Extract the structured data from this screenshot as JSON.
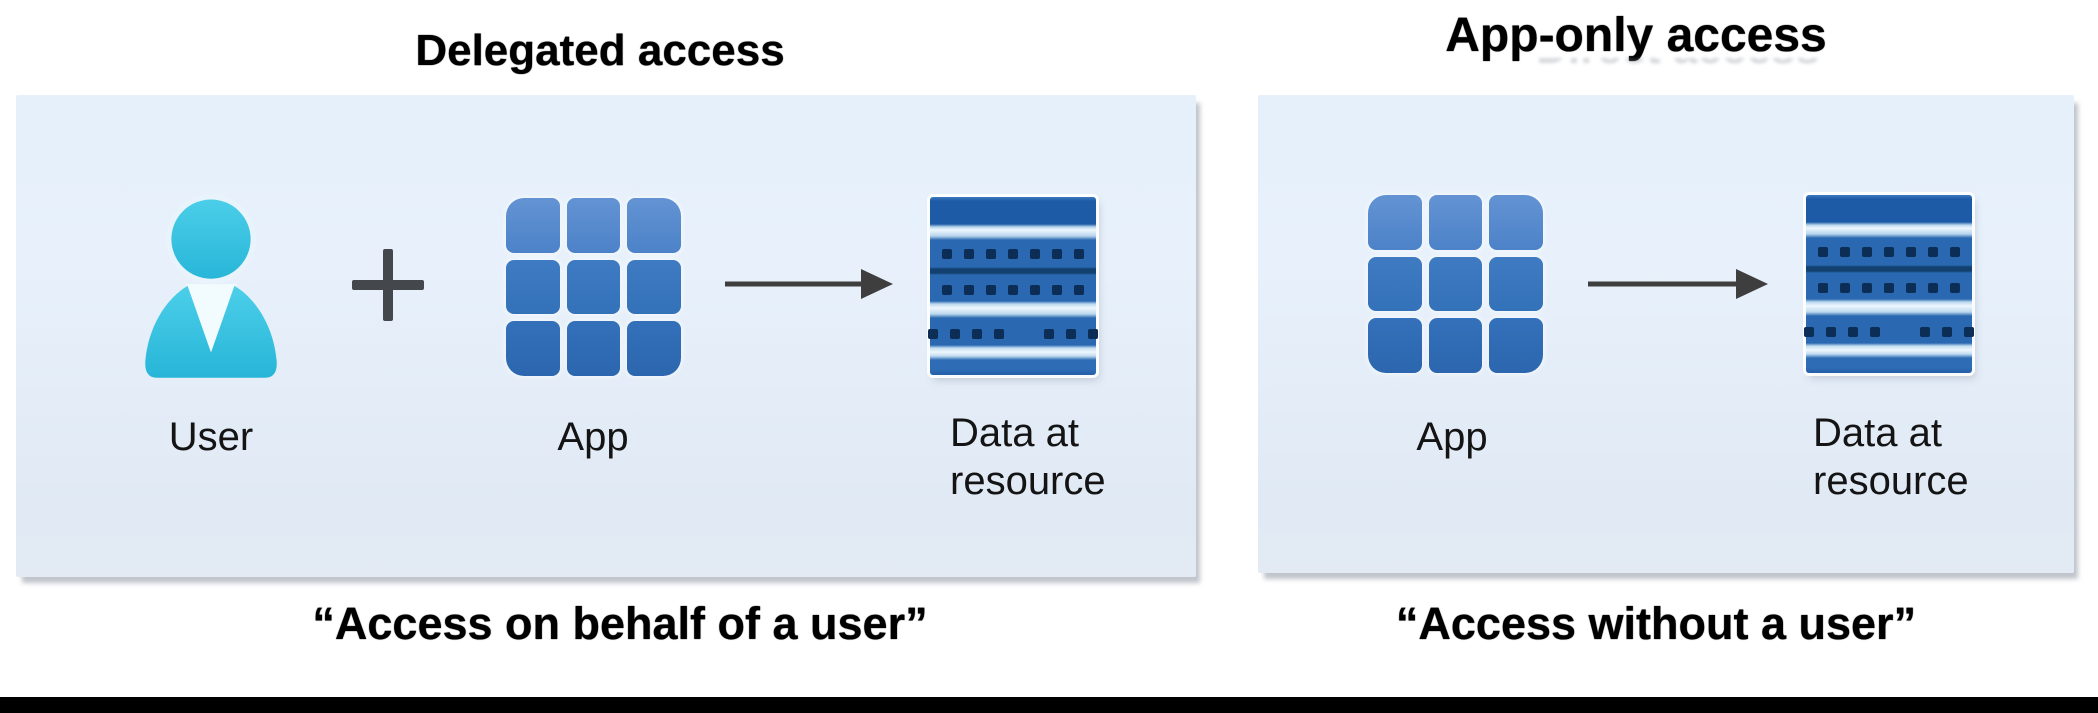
{
  "panels": [
    {
      "id": "delegated-access",
      "title": "Delegated access",
      "user_label": "User",
      "app_label": "App",
      "resource_label": "Data at resource",
      "caption": "“Access on behalf of a user”"
    },
    {
      "id": "app-only-access",
      "title": "App-only access",
      "ghost_text": "Direct access",
      "app_label": "App",
      "resource_label": "Data at resource",
      "caption": "“Access without a user”"
    }
  ],
  "colors": {
    "panel_background": "#e6f0fa",
    "user_icon_cyan": "#2fc0e1",
    "app_tile_blue": "#3a76bf",
    "resource_blue": "#215ea9",
    "arrow_gray": "#3e3e3e",
    "title_text": "#000000",
    "bottom_bar": "#000000"
  },
  "icons": {
    "user": "person-icon",
    "plus": "plus-icon",
    "app": "app-grid-icon",
    "arrow": "right-arrow-icon",
    "resource": "data-stack-icon"
  }
}
